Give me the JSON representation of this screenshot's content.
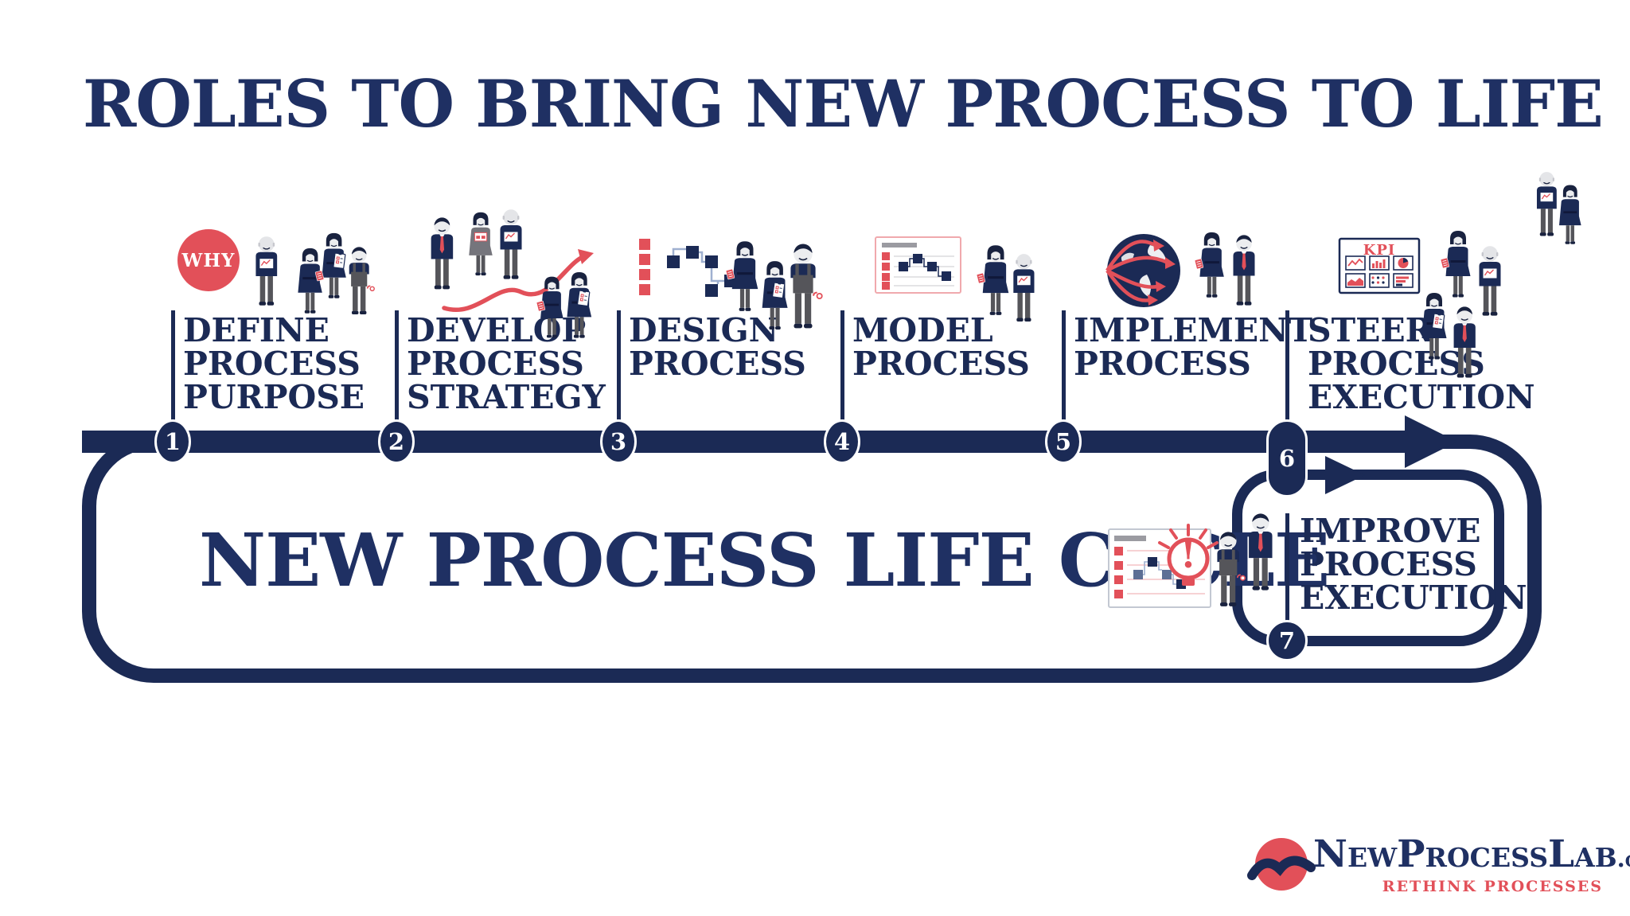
{
  "title": "ROLES TO BRING NEW PROCESS TO LIFE",
  "center_label": "NEW PROCESS LIFE CYCLE",
  "badges": {
    "why": "WHY",
    "kpi": "KPI",
    "exclamation": "!"
  },
  "steps": [
    {
      "num": "1",
      "lines": [
        "DEFINE",
        "PROCESS",
        "PURPOSE"
      ]
    },
    {
      "num": "2",
      "lines": [
        "DEVELOP",
        "PROCESS",
        "STRATEGY"
      ]
    },
    {
      "num": "3",
      "lines": [
        "DESIGN",
        "PROCESS"
      ]
    },
    {
      "num": "4",
      "lines": [
        "MODEL",
        "PROCESS"
      ]
    },
    {
      "num": "5",
      "lines": [
        "IMPLEMENT",
        "PROCESS"
      ]
    },
    {
      "num": "6",
      "lines": [
        "STEER",
        "PROCESS",
        "EXECUTION"
      ]
    },
    {
      "num": "7",
      "lines": [
        "IMPROVE",
        "PROCESS",
        "EXECUTION"
      ]
    }
  ],
  "icons": {
    "step1": "why-team-icon",
    "step2": "growth-arrow-team-icon",
    "step3": "flowchart-team-icon",
    "step4": "process-model-card-icon",
    "step5": "globe-rollout-icon",
    "step6": "kpi-dashboard-team-icon",
    "step7": "improvement-idea-icon"
  },
  "logo": {
    "brand": "NewProcessLab",
    "suffix": ".com",
    "tagline": "RETHINK PROCESSES"
  },
  "colors": {
    "navy": "#1b2a55",
    "red": "#e25059"
  }
}
